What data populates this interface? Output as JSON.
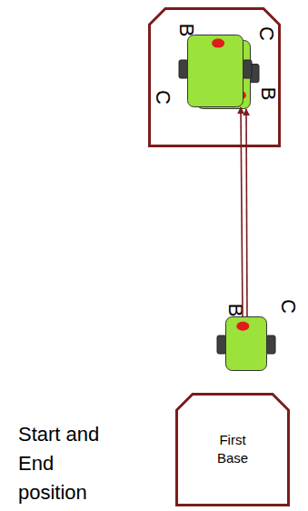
{
  "diagram": {
    "nodes": [
      {},
      {
        "text": [
          "B",
          "C"
        ],
        "in": 0
      },
      {
        "text": [
          "C",
          "B"
        ],
        "in": 0
      },
      {
        "text": [
          "B",
          "C"
        ]
      },
      {
        "text": [
          "First Base"
        ]
      }
    ],
    "edges": [
      {
        "from": 3,
        "to": 1,
        "arrow": "to"
      },
      {
        "from": 3,
        "to": 2,
        "arrow": "to"
      }
    ],
    "labels": [
      "Start and End position"
    ]
  }
}
